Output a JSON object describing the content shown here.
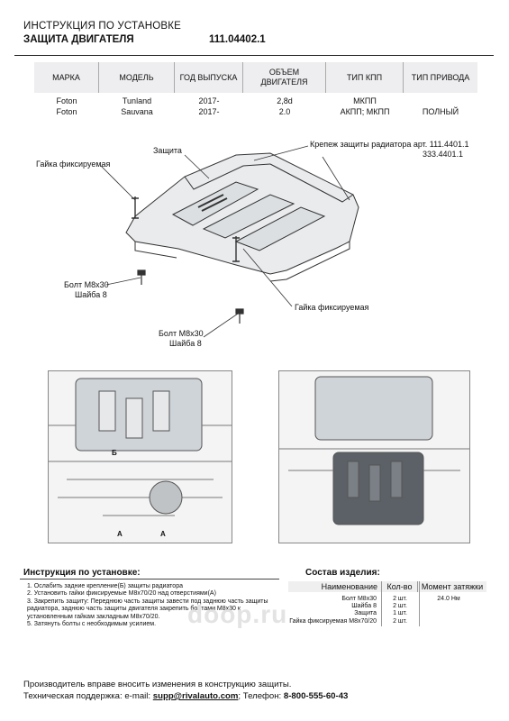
{
  "header": {
    "title": "ИНСТРУКЦИЯ ПО УСТАНОВКЕ",
    "product": "ЗАЩИТА ДВИГАТЕЛЯ",
    "article": "111.04402.1"
  },
  "spec_table": {
    "headers": [
      "МАРКА",
      "МОДЕЛЬ",
      "ГОД ВЫПУСКА",
      "ОБЪЕМ ДВИГАТЕЛЯ",
      "ТИП КПП",
      "ТИП ПРИВОДА"
    ],
    "rows": [
      [
        "Foton",
        "Tunland",
        "2017-",
        "2,8d",
        "МКПП",
        ""
      ],
      [
        "Foton",
        "Sauvana",
        "2017-",
        "2.0",
        "АКПП; МКПП",
        "ПОЛНЫЙ"
      ]
    ]
  },
  "diagram": {
    "label_guard": "Защита",
    "label_nut_left": "Гайка фиксируемая",
    "label_radiator_line1": "Крепеж защиты радиатора арт. 111.4401.1",
    "label_radiator_line2": "333.4401.1",
    "label_nut_center": "Гайка фиксируемая",
    "label_bolt1_line1": "Болт M8x30",
    "label_bolt1_line2": "Шайба 8",
    "label_bolt2_line1": "Болт M8x30",
    "label_bolt2_line2": "Шайба 8"
  },
  "photos": {
    "marker_b": "Б",
    "marker_a": "A"
  },
  "instructions": {
    "title": "Инструкция по установке:",
    "steps": [
      "1. Ослабить задние крепление(Б) защиты радиатора",
      "2. Установить гайки фиксируемые М8х70/20 над отверстиями(А)",
      "3. Закрепить защиту: Переднюю часть защиты завести под заднюю часть защиты",
      "радиатора, заднюю часть защиты двигателя закрепить болтами М8х30 к",
      "установленным гайкам закладным М8х70/20.",
      "5. Затянуть болты с необходимым усилием."
    ]
  },
  "kit": {
    "title": "Состав изделия:",
    "col_name": "Наименование",
    "col_qty": "Кол-во",
    "col_torque": "Момент затяжки",
    "items": [
      {
        "name": "Болт М8х30",
        "qty": "2 шт.",
        "torque": "24.0 Нм"
      },
      {
        "name": "Шайба 8",
        "qty": "2 шт.",
        "torque": ""
      },
      {
        "name": "Защита",
        "qty": "1 шт.",
        "torque": ""
      },
      {
        "name": "Гайка фиксируемая М8х70/20",
        "qty": "2 шт.",
        "torque": ""
      }
    ]
  },
  "watermark": "doop.ru",
  "footer": {
    "line1": "Производитель вправе вносить изменения в конструкцию защиты.",
    "support_prefix": "Техническая поддержка:  e-mail: ",
    "email": "supp@rivalauto.com",
    "phone_prefix": "; Телефон: ",
    "phone": "8-800-555-60-43"
  }
}
